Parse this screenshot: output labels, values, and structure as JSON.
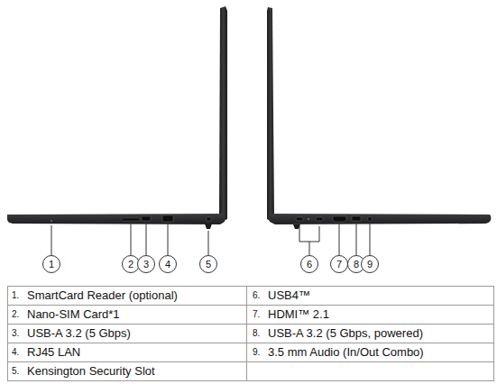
{
  "diagram": {
    "nodes": [
      {
        "text": [
          "1"
        ]
      },
      {
        "text": [
          "2"
        ]
      },
      {
        "text": [
          "3"
        ]
      },
      {
        "text": [
          "4"
        ]
      },
      {
        "text": [
          "5"
        ]
      },
      {
        "text": [
          "6"
        ]
      },
      {
        "text": [
          "7"
        ]
      },
      {
        "text": [
          "8"
        ]
      },
      {
        "text": [
          "9"
        ]
      }
    ],
    "labels": [
      "1.",
      "SmartCard Reader (optional)",
      "6.",
      "USB4™",
      "2.",
      "Nano-SIM Card*1",
      "7.",
      "HDMI™ 2.1",
      "3.",
      "USB-A 3.2 (5 Gbps)",
      "8.",
      "USB-A 3.2 (5 Gbps, powered)",
      "4.",
      "RJ45 LAN",
      "9.",
      "3.5 mm Audio (In/Out Combo)",
      "5.",
      "Kensington Security Slot"
    ]
  }
}
